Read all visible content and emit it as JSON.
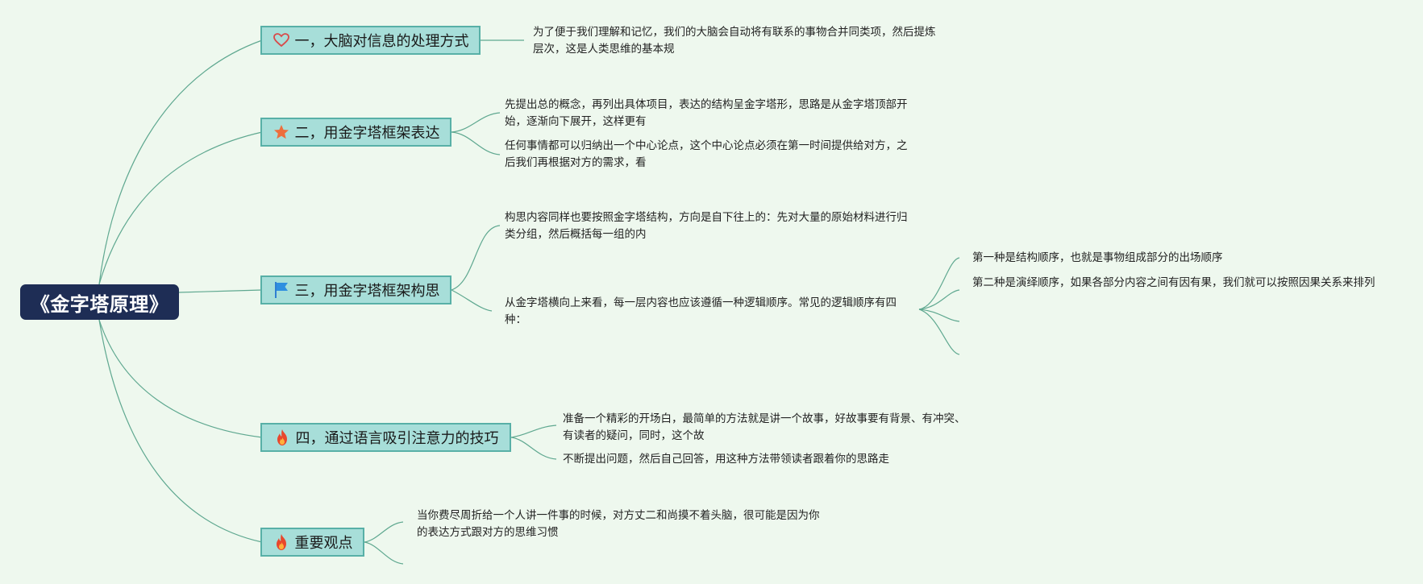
{
  "root": {
    "title": "《金字塔原理》"
  },
  "branches": [
    {
      "label": "一，大脑对信息的处理方式",
      "icon": "heart-icon"
    },
    {
      "label": "二，用金字塔框架表达",
      "icon": "star-icon"
    },
    {
      "label": "三，用金字塔框架构思",
      "icon": "flag-icon"
    },
    {
      "label": "四，通过语言吸引注意力的技巧",
      "icon": "fire-icon"
    },
    {
      "label": "重要观点",
      "icon": "fire-icon"
    }
  ],
  "leaves": {
    "b1_1": "为了便于我们理解和记忆，我们的大脑会自动将有联系的事物合并同类项，然后提炼层次，这是人类思维的基本规",
    "b2_1": "先提出总的概念，再列出具体项目，表达的结构呈金字塔形，思路是从金字塔顶部开始，逐渐向下展开，这样更有",
    "b2_2": "任何事情都可以归纳出一个中心论点，这个中心论点必须在第一时间提供给对方，之后我们再根据对方的需求，看",
    "b3_1": "构思内容同样也要按照金字塔结构，方向是自下往上的：先对大量的原始材料进行归类分组，然后概括每一组的内",
    "b3_2": "从金字塔横向上来看，每一层内容也应该遵循一种逻辑顺序。常见的逻辑顺序有四种：",
    "b3_2_1": "第一种是结构顺序，也就是事物组成部分的出场顺序",
    "b3_2_2": "第二种是演绎顺序，如果各部分内容之间有因有果，我们就可以按照因果关系来排列",
    "b4_1": "准备一个精彩的开场白，最简单的方法就是讲一个故事，好故事要有背景、有冲突、有读者的疑问，同时，这个故",
    "b4_2": "不断提出问题，然后自己回答，用这种方法带领读者跟着你的思路走",
    "b5_1": "当你费尽周折给一个人讲一件事的时候，对方丈二和尚摸不着头脑，很可能是因为你的表达方式跟对方的思维习惯"
  },
  "colors": {
    "background": "#eef8ee",
    "root_fill": "#1e2d55",
    "branch_fill": "#a7ded9",
    "branch_border": "#58b0a7",
    "connector": "#5fa890"
  }
}
